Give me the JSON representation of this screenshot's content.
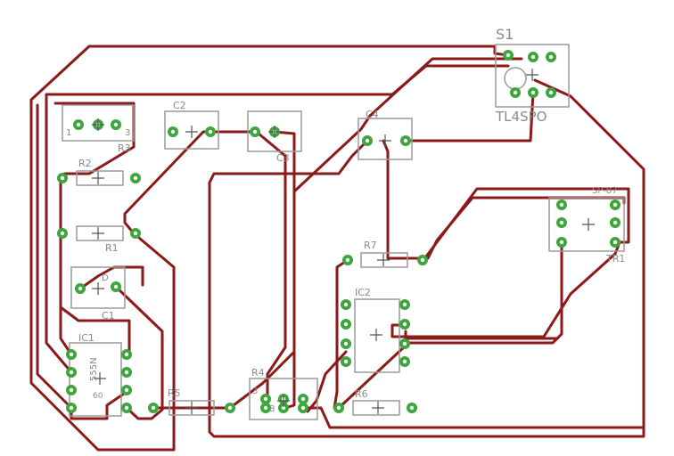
{
  "colors": {
    "trace": "#8b1a1a",
    "pad": "#3ea53e",
    "pad_hole": "#ffffff",
    "outline": "#9a9a9a",
    "text": "#8a8a8a",
    "background": "#ffffff"
  },
  "labels": {
    "s1": "S1",
    "s1_value": "TL4SPO",
    "c2": "C2",
    "c3": "C3",
    "c4": "C4",
    "c1": "C1",
    "c1_marker": "D",
    "r1": "R1",
    "r2": "R2",
    "r3": "R3",
    "r3_pin1": "1",
    "r3_pin3": "3",
    "r4": "R4",
    "r4_pin3": "3",
    "r4_pin8": "8",
    "r5": "R5",
    "r6": "R6",
    "r7": "R7",
    "ic1": "IC1",
    "ic1_value": "555N",
    "ic1_value_b": "60",
    "ic2": "IC2",
    "tr1": "TR1",
    "sp": "SP-87"
  }
}
